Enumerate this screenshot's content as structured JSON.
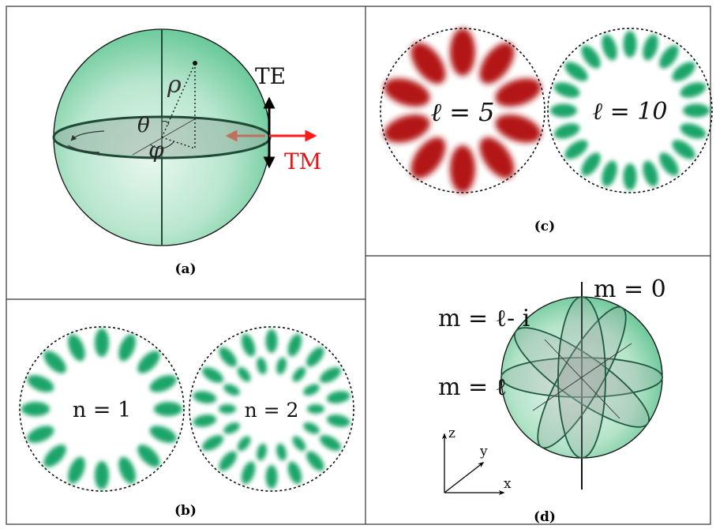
{
  "panel_a": {
    "caption": "(a)",
    "labels": {
      "rho": "ρ",
      "theta": "θ",
      "phi": "φ",
      "te": "TE",
      "tm": "TM"
    }
  },
  "panel_b": {
    "caption": "(b)",
    "mode1": {
      "label": "n = 1",
      "rings": [
        16
      ]
    },
    "mode2": {
      "label": "n = 2",
      "rings": [
        18,
        14
      ]
    }
  },
  "panel_c": {
    "caption": "(c)",
    "mode1": {
      "label": "ℓ = 5",
      "lobes": 10
    },
    "mode2": {
      "label": "ℓ = 10",
      "lobes": 20
    }
  },
  "panel_d": {
    "caption": "(d)",
    "labels": {
      "m0": "m = 0",
      "mli": "m = ℓ- i",
      "ml": "m = ℓ"
    },
    "axes": {
      "z": "z",
      "y": "y",
      "x": "x"
    }
  },
  "colors": {
    "frame": "#333333",
    "green": "#1aa56b",
    "green_dark": "#1f5a43",
    "sphere_fill": "#bfe8d2",
    "red_lobe": "#b31414",
    "red_arrow": "#ff1a1a",
    "brown_arrow": "#c07060"
  }
}
